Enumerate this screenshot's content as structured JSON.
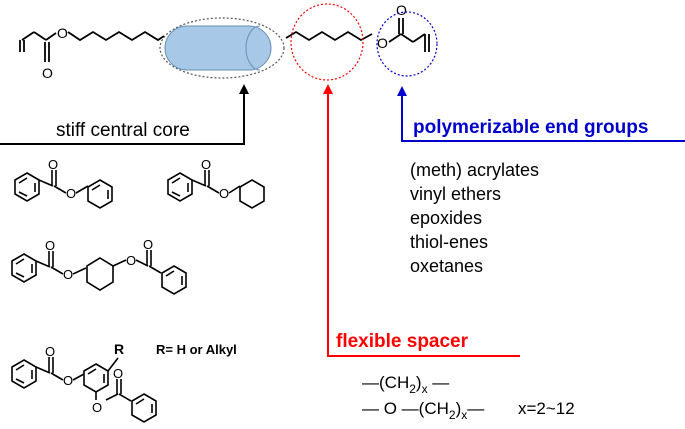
{
  "labels": {
    "core": "stiff central core",
    "end_groups": "polymerizable end groups",
    "spacer": "flexible spacer",
    "r_group": "R= H or Alkyl",
    "r_atom": "R"
  },
  "end_group_types": [
    "(meth) acrylates",
    "vinyl ethers",
    "epoxides",
    "thiol-enes",
    "oxetanes"
  ],
  "spacer_formulas": {
    "f1_dash_left": "—(CH",
    "f1_sub2": "2",
    "f1_close": ")",
    "f1_subx": "x",
    "f1_dash_right": " —",
    "f2_dash_o": "— O —(CH",
    "f2_sub2": "2",
    "f2_close": ")",
    "f2_subx": "x",
    "f2_dash_right": "—",
    "range": "x=2~12"
  },
  "atoms": {
    "oxygen": "O"
  },
  "colors": {
    "core_arrow": "#000000",
    "spacer": "#ff0000",
    "end_groups": "#0000cc",
    "core_fill": "#a8c8e8",
    "core_circle": "#555555"
  }
}
